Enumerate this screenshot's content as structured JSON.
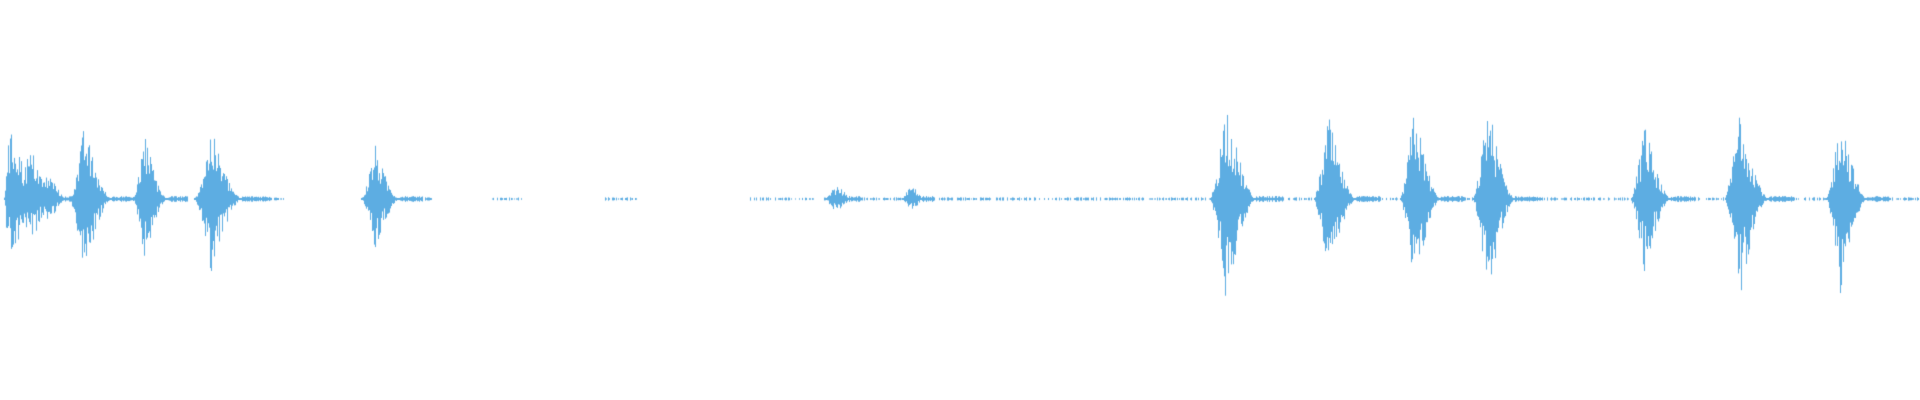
{
  "waveform": {
    "color": "#5dade2",
    "background": "#ffffff",
    "channels": 1,
    "duration_fraction_note": "",
    "bursts": [
      {
        "start": 0.002,
        "end": 0.032,
        "peak_top": 0.36,
        "peak_bottom": 0.3,
        "shape": "cluster"
      },
      {
        "start": 0.036,
        "end": 0.058,
        "peak_top": 0.38,
        "peak_bottom": 0.4,
        "shape": "burst"
      },
      {
        "start": 0.069,
        "end": 0.087,
        "peak_top": 0.34,
        "peak_bottom": 0.32,
        "shape": "burst"
      },
      {
        "start": 0.101,
        "end": 0.126,
        "peak_top": 0.36,
        "peak_bottom": 0.37,
        "shape": "burst"
      },
      {
        "start": 0.188,
        "end": 0.208,
        "peak_top": 0.28,
        "peak_bottom": 0.28,
        "shape": "burst"
      },
      {
        "start": 0.43,
        "end": 0.442,
        "peak_top": 0.06,
        "peak_bottom": 0.06,
        "shape": "small"
      },
      {
        "start": 0.47,
        "end": 0.48,
        "peak_top": 0.06,
        "peak_bottom": 0.05,
        "shape": "small"
      },
      {
        "start": 0.63,
        "end": 0.654,
        "peak_top": 0.52,
        "peak_bottom": 0.52,
        "shape": "burst"
      },
      {
        "start": 0.684,
        "end": 0.706,
        "peak_top": 0.43,
        "peak_bottom": 0.43,
        "shape": "burst"
      },
      {
        "start": 0.729,
        "end": 0.75,
        "peak_top": 0.49,
        "peak_bottom": 0.5,
        "shape": "burst"
      },
      {
        "start": 0.767,
        "end": 0.789,
        "peak_top": 0.51,
        "peak_bottom": 0.51,
        "shape": "burst"
      },
      {
        "start": 0.849,
        "end": 0.87,
        "peak_top": 0.4,
        "peak_bottom": 0.38,
        "shape": "burst"
      },
      {
        "start": 0.898,
        "end": 0.921,
        "peak_top": 0.5,
        "peak_bottom": 0.5,
        "shape": "burst"
      },
      {
        "start": 0.951,
        "end": 0.972,
        "peak_top": 0.47,
        "peak_bottom": 0.48,
        "shape": "burst"
      }
    ],
    "noise_segments": [
      {
        "start": 0.126,
        "end": 0.148
      },
      {
        "start": 0.208,
        "end": 0.228
      },
      {
        "start": 0.256,
        "end": 0.272
      },
      {
        "start": 0.315,
        "end": 0.332
      },
      {
        "start": 0.39,
        "end": 0.43
      },
      {
        "start": 0.442,
        "end": 0.47
      },
      {
        "start": 0.48,
        "end": 0.63
      },
      {
        "start": 0.654,
        "end": 0.684
      },
      {
        "start": 0.706,
        "end": 0.729
      },
      {
        "start": 0.75,
        "end": 0.767
      },
      {
        "start": 0.789,
        "end": 0.849
      },
      {
        "start": 0.87,
        "end": 0.898
      },
      {
        "start": 0.921,
        "end": 0.951
      },
      {
        "start": 0.972,
        "end": 1.0
      }
    ]
  }
}
